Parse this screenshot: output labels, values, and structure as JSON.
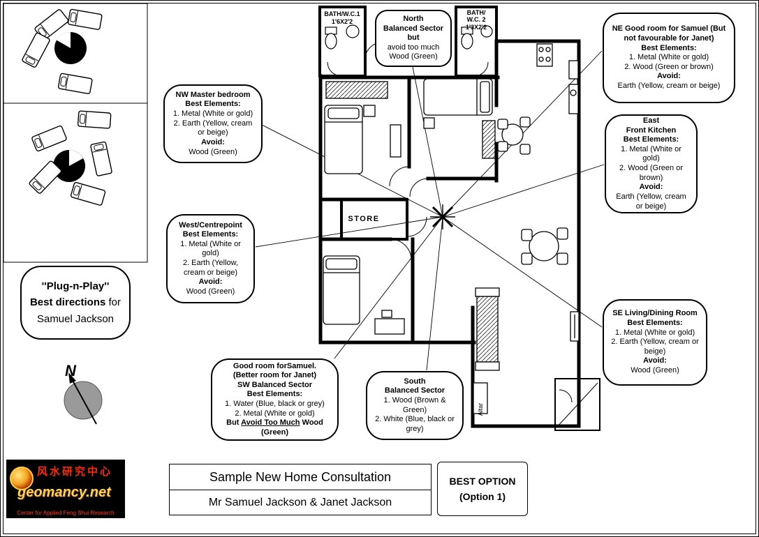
{
  "sidebar": {
    "plug_bubble": {
      "quote_title": "''Plug-n-Play''",
      "line2_bold": "Best directions",
      "line2_regular": " for",
      "line3": "Samuel Jackson"
    },
    "compass_label": "N"
  },
  "floorplan": {
    "labels": {
      "bath1_name": "BATH/W.C.1",
      "bath1_size": "1'6X2'2",
      "bath2_name": "BATH/",
      "bath2_name2": "W.C. 2",
      "bath2_size": "1'3X2'2",
      "store": "STORE",
      "altar": "Altar"
    }
  },
  "callouts": {
    "nw": {
      "t1": "NW Master bedroom",
      "t2": "Best Elements:",
      "b1": "1. Metal (White or gold)",
      "b2": "2. Earth (Yellow, cream or beige)",
      "t3": "Avoid:",
      "b3": "Wood (Green)"
    },
    "north": {
      "t1": "North",
      "t2": "Balanced Sector but",
      "b1": "avoid too much Wood (Green)"
    },
    "ne": {
      "t1": "NE Good room for Samuel (But not favourable for Janet)",
      "t2": "Best Elements:",
      "b1": "1. Metal (White or gold)",
      "b2": "2. Wood (Green or brown)",
      "t3": "Avoid:",
      "b3": "Earth (Yellow, cream or beige)"
    },
    "east": {
      "t1": "East",
      "t2": "Front Kitchen",
      "t3": "Best Elements:",
      "b1": "1. Metal (White or gold)",
      "b2": "2. Wood (Green or brown)",
      "t4": "Avoid:",
      "b3": "Earth (Yellow, cream or beige)"
    },
    "west": {
      "t1": "West/Centrepoint",
      "t2": "Best Elements:",
      "b1": "1. Metal (White or gold)",
      "b2": "2. Earth (Yellow, cream or beige)",
      "t3": "Avoid:",
      "b3": "Wood (Green)"
    },
    "sw": {
      "t1": "Good room forSamuel.",
      "t2": "(Better room for Janet)",
      "t3": "SW Balanced Sector",
      "t4": "Best Elements:",
      "b1": "1. Water (Blue, black or grey)",
      "b2": "2. Metal (White or gold)",
      "b3_pre": "But ",
      "b3_underline": "Avoid Too Much",
      "b3_post": " Wood (Green)"
    },
    "south": {
      "t1": "South",
      "t2": "Balanced Sector",
      "b1": "1. Wood (Brown & Green)",
      "b2": "2. White (Blue, black or grey)"
    },
    "se": {
      "t1": "SE Living/Dining Room",
      "t2": "Best Elements:",
      "b1": "1. Metal (White or gold)",
      "b2": "2. Earth (Yellow, cream or beige)",
      "t3": "Avoid:",
      "b3": "Wood (Green)"
    }
  },
  "footer": {
    "title": "Sample New Home Consultation",
    "subtitle": "Mr Samuel Jackson & Janet Jackson",
    "best_option": {
      "line1": "BEST OPTION",
      "line2": "(Option 1)"
    },
    "logo": {
      "chinese": "风水研究中心",
      "brand": "geomancy.net",
      "tagline": "Center for Applied Feng Shui Research"
    }
  }
}
